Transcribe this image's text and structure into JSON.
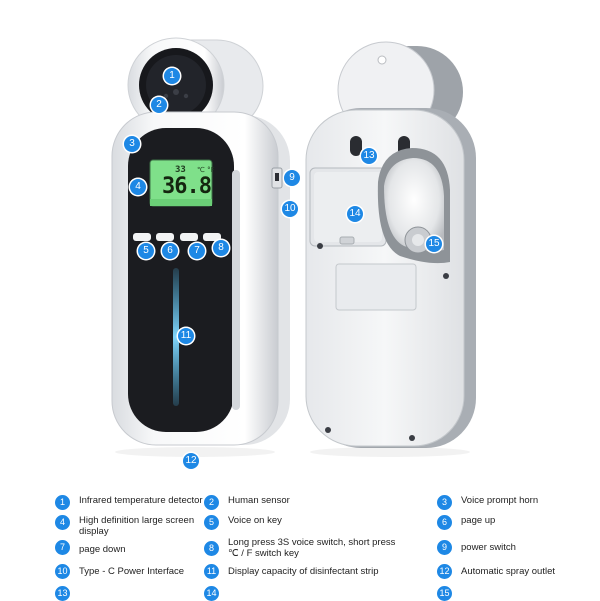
{
  "lcd": {
    "top_reading": "33",
    "unit": "℃ °F",
    "main_reading": "36.8"
  },
  "callouts": [
    {
      "num": "1"
    },
    {
      "num": "2"
    },
    {
      "num": "3"
    },
    {
      "num": "4"
    },
    {
      "num": "5"
    },
    {
      "num": "6"
    },
    {
      "num": "7"
    },
    {
      "num": "8"
    },
    {
      "num": "9"
    },
    {
      "num": "10"
    },
    {
      "num": "11"
    },
    {
      "num": "12"
    },
    {
      "num": "13"
    },
    {
      "num": "14"
    },
    {
      "num": "15"
    }
  ],
  "legend": [
    {
      "num": "1",
      "text": "Infrared temperature detector"
    },
    {
      "num": "2",
      "text": "Human sensor"
    },
    {
      "num": "3",
      "text": "Voice prompt horn"
    },
    {
      "num": "4",
      "text": "High definition large screen display"
    },
    {
      "num": "5",
      "text": "Voice on key"
    },
    {
      "num": "6",
      "text": "page up"
    },
    {
      "num": "7",
      "text": "page down"
    },
    {
      "num": "8",
      "text": "Long press 3S voice switch, short press ℃ / F switch key"
    },
    {
      "num": "9",
      "text": "power switch"
    },
    {
      "num": "10",
      "text": "Type - C Power Interface"
    },
    {
      "num": "11",
      "text": "Display capacity of disinfectant strip"
    },
    {
      "num": "12",
      "text": "Automatic spray outlet"
    },
    {
      "num": "13",
      "text": ""
    },
    {
      "num": "14",
      "text": ""
    },
    {
      "num": "15",
      "text": ""
    }
  ],
  "colors": {
    "badge": "#1e88e5",
    "screen_body": "#1b1c20",
    "lcd": "#7fe08a",
    "light_strip": "#4fc3f7",
    "shell": "#f3f4f6"
  }
}
